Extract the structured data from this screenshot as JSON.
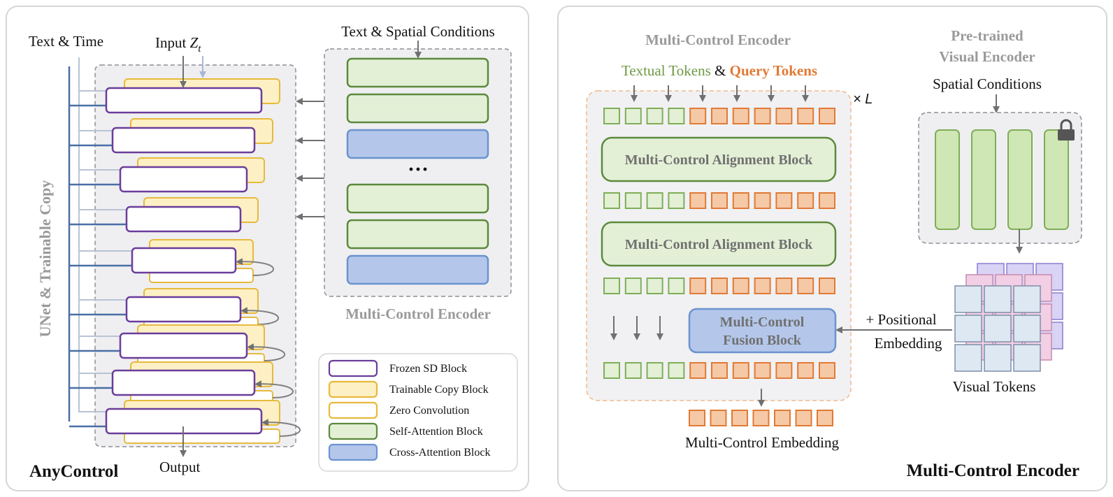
{
  "left_panel": {
    "title": "AnyControl",
    "text_time": "Text & Time",
    "input": "Input",
    "input_var": "Z",
    "input_sub": "t",
    "output": "Output",
    "vertical": "UNet & Trainable Copy",
    "encoder_top": "Text & Spatial Conditions",
    "encoder_caption": "Multi-Control Encoder",
    "ellipsis": "···"
  },
  "legend": [
    {
      "label": "Frozen SD Block",
      "fill": "#ffffff",
      "stroke": "#6a3d9a"
    },
    {
      "label": "Trainable Copy Block",
      "fill": "#fdf0c4",
      "stroke": "#e7b93d"
    },
    {
      "label": "Zero Convolution",
      "fill": "#ffffff",
      "stroke": "#e7b93d"
    },
    {
      "label": "Self-Attention Block",
      "fill": "#e3f0d6",
      "stroke": "#5c8a3c"
    },
    {
      "label": "Cross-Attention Block",
      "fill": "#b4c7ea",
      "stroke": "#6a93cf"
    }
  ],
  "right_panel": {
    "title": "Multi-Control Encoder",
    "encoder_heading": "Multi-Control Encoder",
    "textual_tokens": "Textual Tokens",
    "amp": "&",
    "query_tokens": "Query Tokens",
    "times_l": "× L",
    "alignment_block_1": "Multi-Control Alignment Block",
    "alignment_block_2": "Multi-Control Alignment Block",
    "fusion_line1": "Multi-Control",
    "fusion_line2": "Fusion Block",
    "mc_embedding": "Multi-Control Embedding",
    "pretrained_line1": "Pre-trained",
    "pretrained_line2": "Visual Encoder",
    "spatial_conditions": "Spatial Conditions",
    "positional_line1": "+ Positional",
    "positional_line2": "Embedding",
    "visual_tokens": "Visual Tokens"
  },
  "colors": {
    "frozen": "#6a3d9a",
    "trainable_fill": "#fdf0c4",
    "trainable_stroke": "#e7b93d",
    "self_attn_fill": "#e3f0d6",
    "self_attn_stroke": "#5c8a3c",
    "cross_attn_fill": "#b4c7ea",
    "cross_attn_stroke": "#6a93cf",
    "query_fill": "#f6c9a6",
    "query_stroke": "#e07a36",
    "unet_line": "#4a6fa5"
  }
}
